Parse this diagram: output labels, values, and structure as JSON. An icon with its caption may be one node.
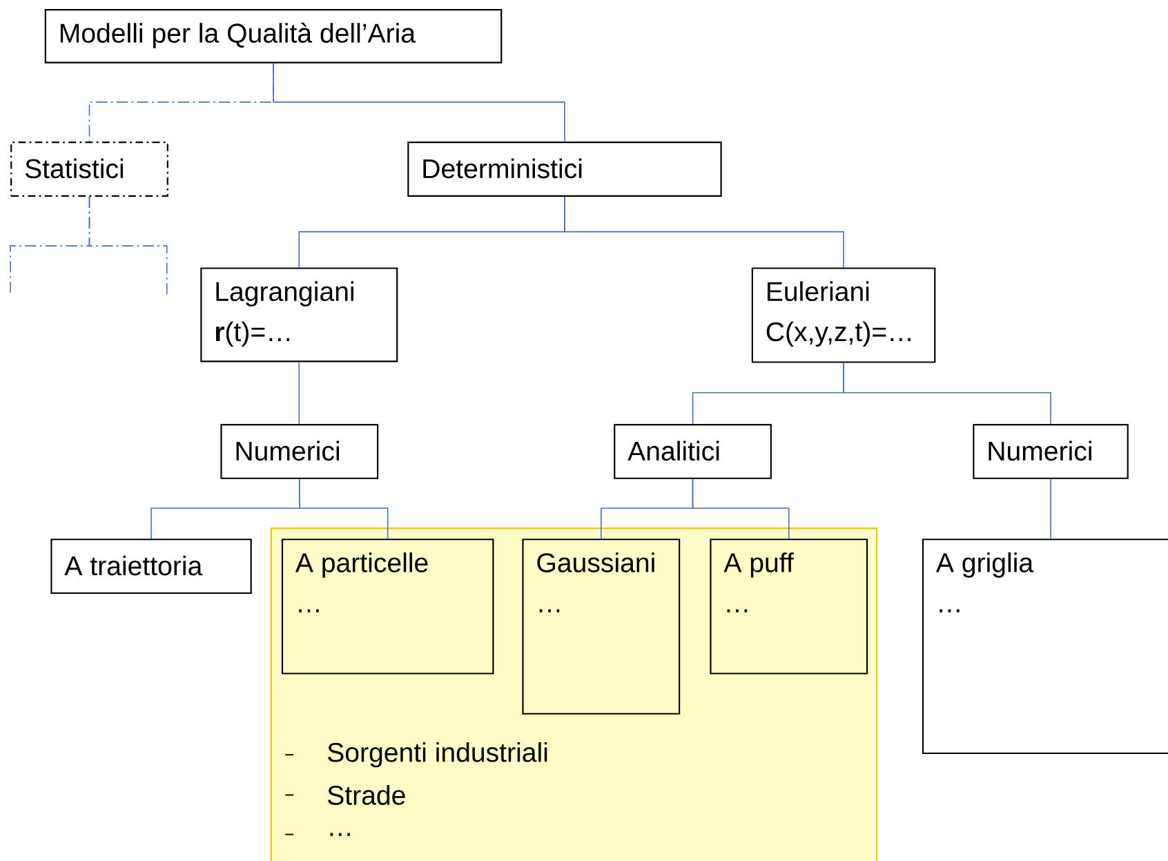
{
  "diagram": {
    "nodes": [
      {
        "text": [
          "Modelli per la Qualità dell’Aria"
        ]
      },
      {
        "text": [
          "Statistici"
        ]
      },
      {
        "text": [
          "Deterministici"
        ]
      },
      {
        "text": [
          "Lagrangiani",
          "**r**(t)=…"
        ]
      },
      {
        "text": [
          "Euleriani",
          "C(x,y,z,t)=…"
        ]
      },
      {
        "text": [
          "Numerici"
        ]
      },
      {
        "text": [
          "Analitici"
        ]
      },
      {
        "text": [
          "Numerici"
        ]
      },
      {
        "text": [
          "A traiettoria"
        ]
      },
      {
        "text": [
          "Sorgenti industriali",
          "Strade",
          "…"
        ]
      },
      {
        "text": [
          "A particelle",
          "…"
        ],
        "in": 9
      },
      {
        "text": [
          "Gaussiani",
          "…"
        ],
        "in": 9
      },
      {
        "text": [
          "A puff",
          "…"
        ],
        "in": 9
      },
      {
        "text": [
          "A griglia",
          "…"
        ]
      }
    ],
    "edges": [
      {
        "from": 0,
        "to": 1,
        "arrow": "none",
        "style": "dashed"
      },
      {
        "from": 0,
        "to": 2,
        "arrow": "none"
      },
      {
        "from": 1,
        "to": null,
        "arrow": "none",
        "style": "dashed"
      },
      {
        "from": 1,
        "to": null,
        "arrow": "none",
        "style": "dashed"
      },
      {
        "from": 2,
        "to": 3,
        "arrow": "none"
      },
      {
        "from": 2,
        "to": 4,
        "arrow": "none"
      },
      {
        "from": 3,
        "to": 5,
        "arrow": "none"
      },
      {
        "from": 4,
        "to": 6,
        "arrow": "none"
      },
      {
        "from": 4,
        "to": 7,
        "arrow": "none"
      },
      {
        "from": 5,
        "to": 8,
        "arrow": "none"
      },
      {
        "from": 5,
        "to": 10,
        "arrow": "none"
      },
      {
        "from": 6,
        "to": 11,
        "arrow": "none"
      },
      {
        "from": 6,
        "to": 12,
        "arrow": "none"
      },
      {
        "from": 7,
        "to": 13,
        "arrow": "none"
      }
    ]
  }
}
